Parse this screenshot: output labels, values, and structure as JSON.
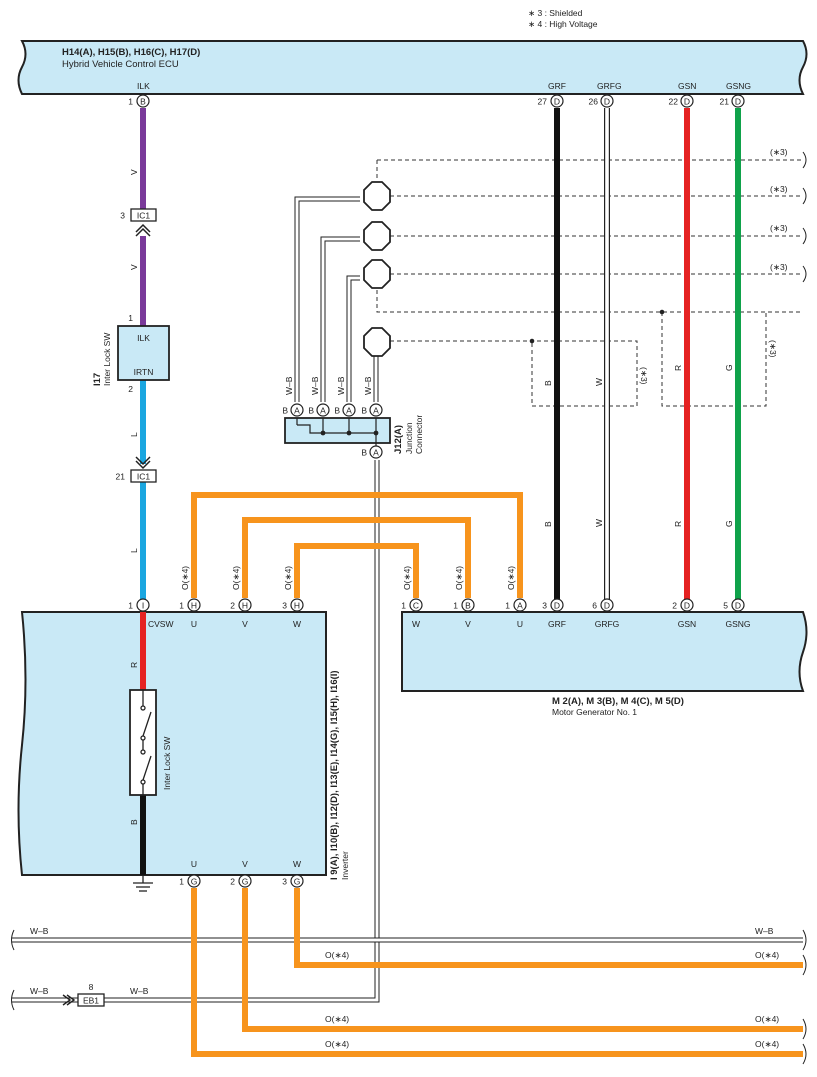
{
  "legend": {
    "note_shielded": "∗ 3 : Shielded",
    "note_high_voltage": "∗ 4 : High Voltage"
  },
  "ecu": {
    "codes": "H14(A), H15(B), H16(C), H17(D)",
    "name": "Hybrid Vehicle Control ECU",
    "pins": {
      "ilk": "ILK",
      "grf": "GRF",
      "grfg": "GRFG",
      "gsn": "GSN",
      "gsng": "GSNG"
    },
    "pin_nums": {
      "ilk": "1",
      "grf": "27",
      "grfg": "26",
      "gsn": "22",
      "gsng": "21"
    },
    "pin_letters": {
      "ilk": "B",
      "grf": "D",
      "grfg": "D",
      "gsn": "D",
      "gsng": "D"
    }
  },
  "ic1": {
    "label": "IC1",
    "pin_top": "3",
    "pin_bottom": "21"
  },
  "interlock_switch": {
    "code": "I17",
    "name": "Inter Lock SW",
    "pin_ilk": "ILK",
    "pin_irtn": "IRTN",
    "pin1": "1",
    "pin2": "2"
  },
  "junction": {
    "code": "J12(A)",
    "name1": "Junction",
    "name2": "Connector",
    "pin_a": "A",
    "pin_b": "B"
  },
  "inverter": {
    "codes": "I 9(A), I10(B), I12(D), I13(E), I14(G), I15(H), I16(I)",
    "name": "Inverter",
    "cvsw": "CVSW",
    "internal_sw": "Inter Lock SW",
    "u": "U",
    "v": "V",
    "w": "W",
    "pin_i": "I",
    "pin_h": "H",
    "pin_g": "G",
    "n1": "1",
    "n2": "2",
    "n3": "3"
  },
  "motor_gen": {
    "codes": "M 2(A), M 3(B), M 4(C), M 5(D)",
    "name": "Motor Generator No. 1",
    "w": "W",
    "v": "V",
    "u": "U",
    "grf": "GRF",
    "grfg": "GRFG",
    "gsn": "GSN",
    "gsng": "GSNG",
    "pin_c": "C",
    "pin_b": "B",
    "pin_a": "A",
    "pin_d": "D",
    "n1": "1",
    "n2": "2",
    "n3": "3",
    "n5": "5",
    "n6": "6"
  },
  "wire_colors": {
    "v": "V",
    "l": "L",
    "b": "B",
    "r": "R",
    "w": "W",
    "g": "G",
    "wb": "W–B",
    "o4": "O(∗4)"
  },
  "shield_note": "(∗3)",
  "eb1": {
    "label": "EB1",
    "pin": "8"
  },
  "colors": {
    "violet": "#7a3a9a",
    "blue": "#1aa6e0",
    "red": "#e52222",
    "black": "#111111",
    "green": "#0fa24a",
    "orange": "#f7941d",
    "box_fill": "#c9e9f6"
  }
}
